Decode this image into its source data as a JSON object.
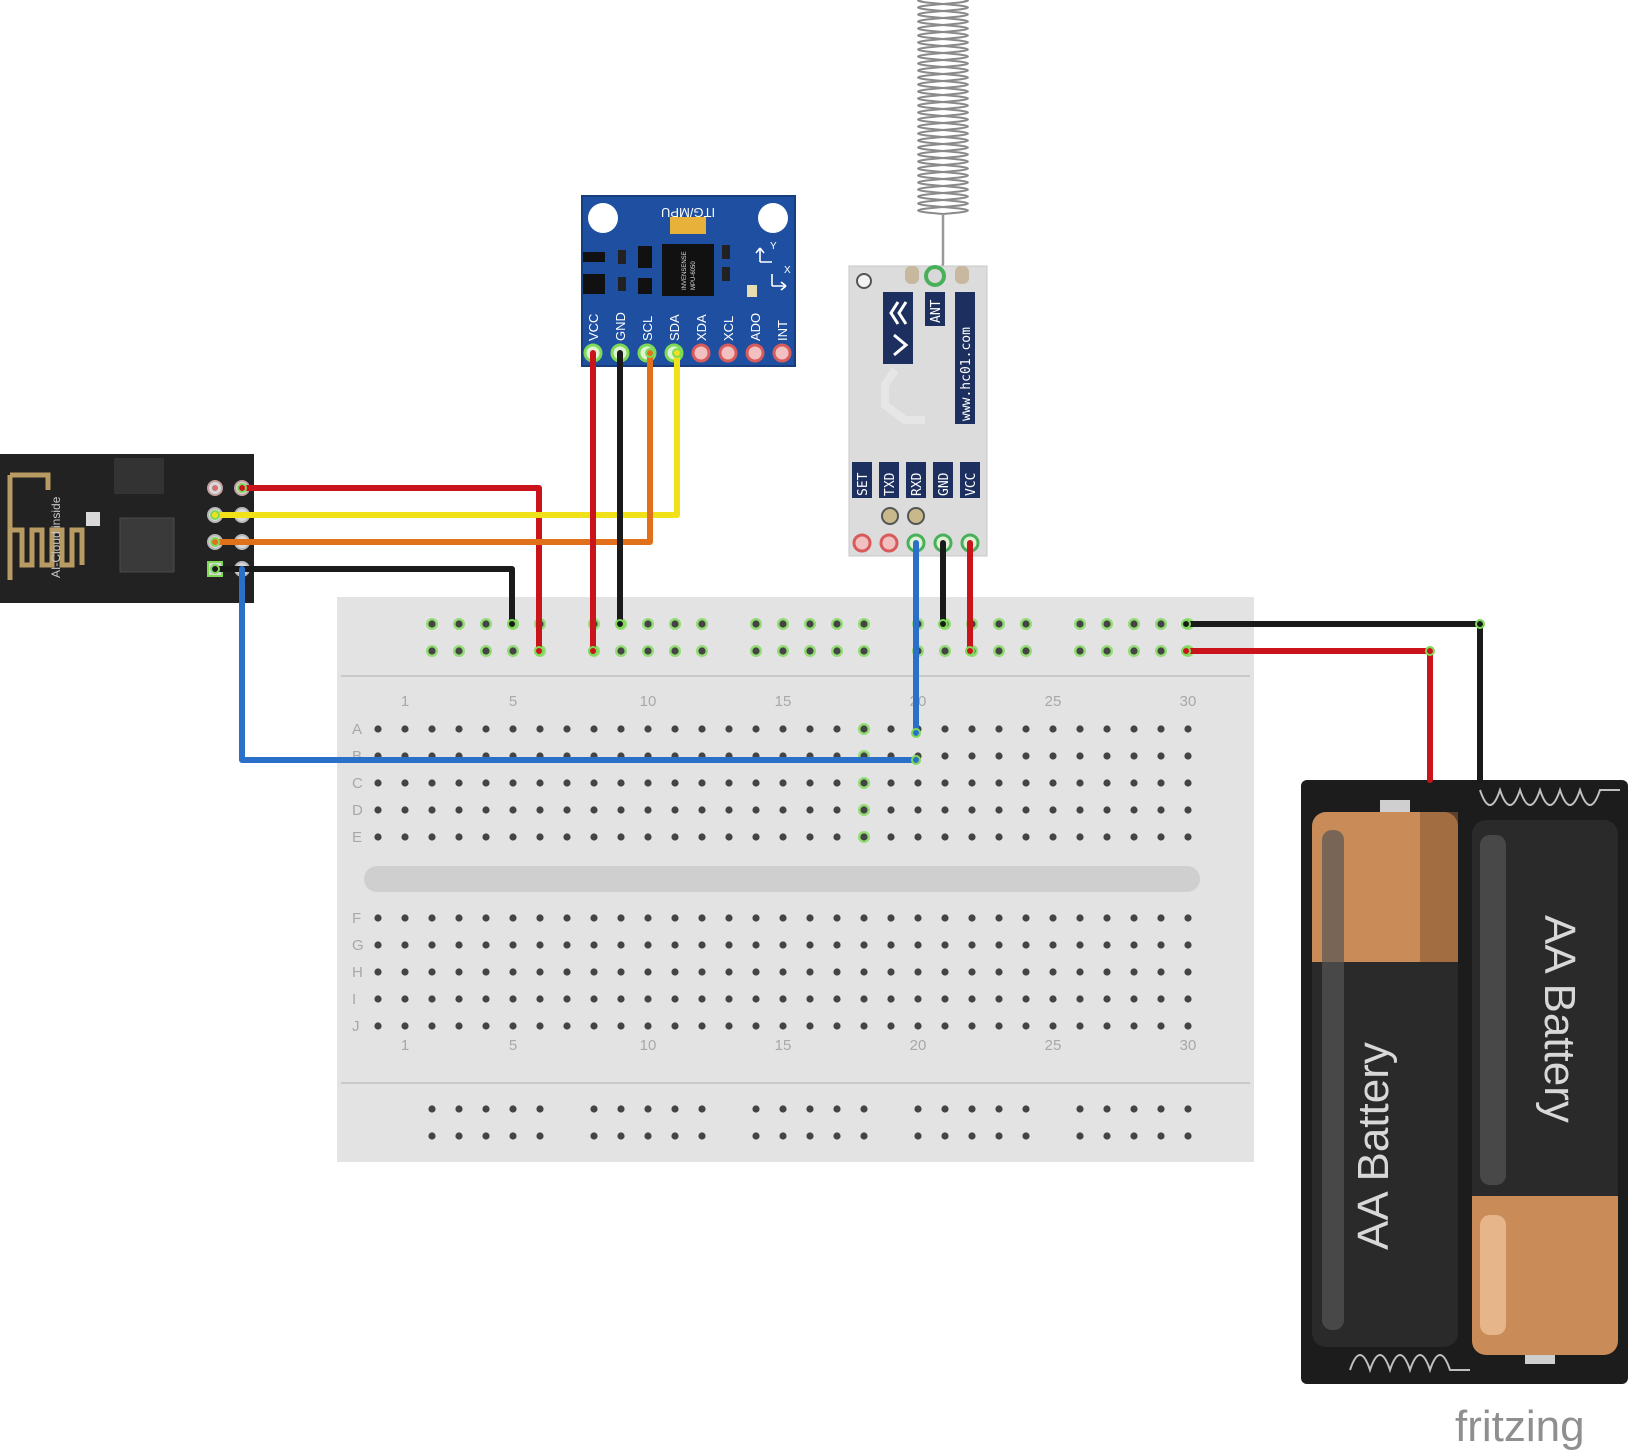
{
  "breadboard": {
    "row_letters": [
      "A",
      "B",
      "C",
      "D",
      "E",
      "F",
      "G",
      "H",
      "I",
      "J"
    ],
    "column_numbers": [
      "1",
      "5",
      "10",
      "15",
      "20",
      "25",
      "30"
    ]
  },
  "mpu6050": {
    "header": "ITG/MPU",
    "chip_text": [
      "INVENSENSE",
      "MPU-6050"
    ],
    "axis_labels": [
      "Y",
      "X"
    ],
    "pins": [
      "VCC",
      "GND",
      "SCL",
      "SDA",
      "XDA",
      "XCL",
      "ADO",
      "INT"
    ]
  },
  "hc12": {
    "antenna_label": "ANT",
    "url": "www.hc01.com",
    "pins": [
      "SET",
      "TXD",
      "RXD",
      "GND",
      "VCC"
    ]
  },
  "esp01": {
    "label": "AI-Cloud inside"
  },
  "battery_holder": {
    "cells": [
      "AA Battery",
      "AA Battery"
    ]
  },
  "watermark": "fritzing",
  "colors": {
    "wire_red": "#c8141a",
    "wire_black": "#1a1a1a",
    "wire_yellow": "#f0e11a",
    "wire_orange": "#e0701a",
    "wire_blue": "#2a6fc9",
    "pcb_blue": "#1e4fa0",
    "breadboard": "#e3e3e3",
    "connected_hole": "#7ed957"
  }
}
